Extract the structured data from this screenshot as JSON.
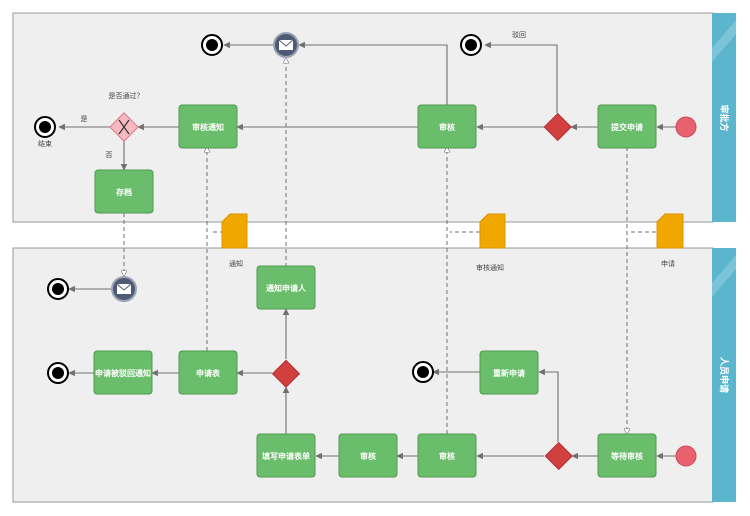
{
  "lanes": {
    "top": {
      "title": "审批方"
    },
    "bottom": {
      "title": "人员申请"
    }
  },
  "tasks": {
    "submit_top": "提交申请",
    "review": "审核",
    "notice_top": "审核通知",
    "archive": "存档",
    "notify_bottom": "通知申请人",
    "final_notice": "申请被驳回通知",
    "apply": "申请表",
    "resubmit": "重新申请",
    "wait_review": "等待审核",
    "forward": "审核",
    "fill_form": "填写申请表单"
  },
  "labels": {
    "reject_top": "驳回",
    "gw_question": "是否通过？",
    "yes": "是",
    "no": "否",
    "end_label": "结束",
    "doc1": "申请",
    "doc2": "通知",
    "doc3": "审核通知"
  },
  "colors": {
    "lane_header": "#5bb5cc",
    "task": "#6abd6a",
    "gateway": "#d23f3f",
    "doc": "#f0a800",
    "start": "#e8616f"
  }
}
